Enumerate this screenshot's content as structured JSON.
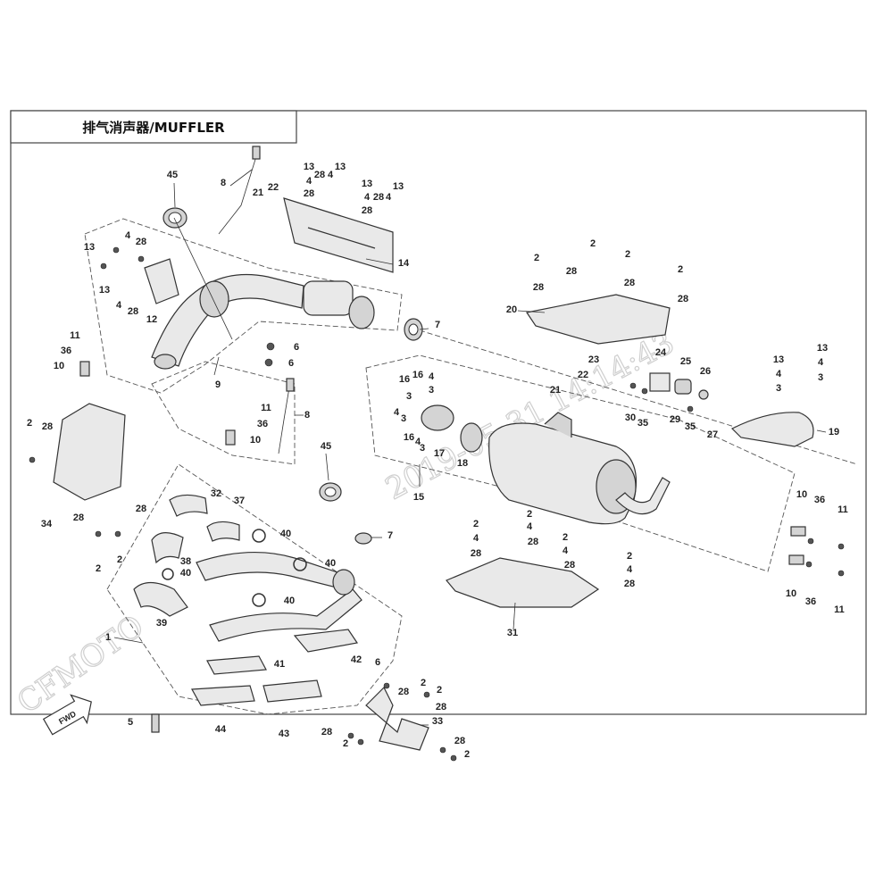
{
  "title": "排气消声器/MUFFLER",
  "watermark": {
    "brand": "CFMOTO",
    "timestamp": "2019-05-31 14:14:43"
  },
  "fwd_label": "FWD",
  "callouts": [
    {
      "id": "c45a",
      "text": "45"
    },
    {
      "id": "c8a",
      "text": "8"
    },
    {
      "id": "c13a",
      "text": "13"
    },
    {
      "id": "c4a",
      "text": "4"
    },
    {
      "id": "c28a",
      "text": "28"
    },
    {
      "id": "c13b",
      "text": "13"
    },
    {
      "id": "c28b",
      "text": "28"
    },
    {
      "id": "c4b",
      "text": "4"
    },
    {
      "id": "c13c",
      "text": "13"
    },
    {
      "id": "c4c",
      "text": "4"
    },
    {
      "id": "c28c",
      "text": "28"
    },
    {
      "id": "c28d",
      "text": "28"
    },
    {
      "id": "c4d",
      "text": "4"
    },
    {
      "id": "c13d",
      "text": "13"
    },
    {
      "id": "c21a",
      "text": "21"
    },
    {
      "id": "c22a",
      "text": "22"
    },
    {
      "id": "c14",
      "text": "14"
    },
    {
      "id": "c13e",
      "text": "13"
    },
    {
      "id": "c4e",
      "text": "4"
    },
    {
      "id": "c28e",
      "text": "28"
    },
    {
      "id": "c13f",
      "text": "13"
    },
    {
      "id": "c4f",
      "text": "4"
    },
    {
      "id": "c28f",
      "text": "28"
    },
    {
      "id": "c12",
      "text": "12"
    },
    {
      "id": "c7a",
      "text": "7"
    },
    {
      "id": "c11a",
      "text": "11"
    },
    {
      "id": "c36a",
      "text": "36"
    },
    {
      "id": "c10a",
      "text": "10"
    },
    {
      "id": "c9",
      "text": "9"
    },
    {
      "id": "c6a",
      "text": "6"
    },
    {
      "id": "c6b",
      "text": "6"
    },
    {
      "id": "c11b",
      "text": "11"
    },
    {
      "id": "c36b",
      "text": "36"
    },
    {
      "id": "c10b",
      "text": "10"
    },
    {
      "id": "c8b",
      "text": "8"
    },
    {
      "id": "c2a",
      "text": "2"
    },
    {
      "id": "c28g",
      "text": "28"
    },
    {
      "id": "c34",
      "text": "34"
    },
    {
      "id": "c28h",
      "text": "28"
    },
    {
      "id": "c28i",
      "text": "28"
    },
    {
      "id": "c2b",
      "text": "2"
    },
    {
      "id": "c2c",
      "text": "2"
    },
    {
      "id": "c2d",
      "text": "2"
    },
    {
      "id": "c2e",
      "text": "2"
    },
    {
      "id": "c28j",
      "text": "28"
    },
    {
      "id": "c28k",
      "text": "28"
    },
    {
      "id": "c2f",
      "text": "2"
    },
    {
      "id": "c2g",
      "text": "2"
    },
    {
      "id": "c28l",
      "text": "28"
    },
    {
      "id": "c28m",
      "text": "28"
    },
    {
      "id": "c20",
      "text": "20"
    },
    {
      "id": "c16a",
      "text": "16"
    },
    {
      "id": "c16b",
      "text": "16"
    },
    {
      "id": "c3a",
      "text": "3"
    },
    {
      "id": "c4g",
      "text": "4"
    },
    {
      "id": "c3b",
      "text": "3"
    },
    {
      "id": "c4h",
      "text": "4"
    },
    {
      "id": "c3c",
      "text": "3"
    },
    {
      "id": "c16c",
      "text": "16"
    },
    {
      "id": "c4i",
      "text": "4"
    },
    {
      "id": "c3d",
      "text": "3"
    },
    {
      "id": "c17",
      "text": "17"
    },
    {
      "id": "c18",
      "text": "18"
    },
    {
      "id": "c15",
      "text": "15"
    },
    {
      "id": "c23",
      "text": "23"
    },
    {
      "id": "c22b",
      "text": "22"
    },
    {
      "id": "c21b",
      "text": "21"
    },
    {
      "id": "c24",
      "text": "24"
    },
    {
      "id": "c25",
      "text": "25"
    },
    {
      "id": "c26",
      "text": "26"
    },
    {
      "id": "c30",
      "text": "30"
    },
    {
      "id": "c35a",
      "text": "35"
    },
    {
      "id": "c29",
      "text": "29"
    },
    {
      "id": "c35b",
      "text": "35"
    },
    {
      "id": "c27",
      "text": "27"
    },
    {
      "id": "c13g",
      "text": "13"
    },
    {
      "id": "c4j",
      "text": "4"
    },
    {
      "id": "c3e",
      "text": "3"
    },
    {
      "id": "c13h",
      "text": "13"
    },
    {
      "id": "c4k",
      "text": "4"
    },
    {
      "id": "c3f",
      "text": "3"
    },
    {
      "id": "c19",
      "text": "19"
    },
    {
      "id": "c45b",
      "text": "45"
    },
    {
      "id": "c7b",
      "text": "7"
    },
    {
      "id": "c32",
      "text": "32"
    },
    {
      "id": "c37",
      "text": "37"
    },
    {
      "id": "c40a",
      "text": "40"
    },
    {
      "id": "c38",
      "text": "38"
    },
    {
      "id": "c40b",
      "text": "40"
    },
    {
      "id": "c40c",
      "text": "40"
    },
    {
      "id": "c40d",
      "text": "40"
    },
    {
      "id": "c39",
      "text": "39"
    },
    {
      "id": "c1",
      "text": "1"
    },
    {
      "id": "c42",
      "text": "42"
    },
    {
      "id": "c6c",
      "text": "6"
    },
    {
      "id": "c41",
      "text": "41"
    },
    {
      "id": "c5",
      "text": "5"
    },
    {
      "id": "c44",
      "text": "44"
    },
    {
      "id": "c43",
      "text": "43"
    },
    {
      "id": "c2h",
      "text": "2"
    },
    {
      "id": "c4l",
      "text": "4"
    },
    {
      "id": "c28n",
      "text": "28"
    },
    {
      "id": "c2i",
      "text": "2"
    },
    {
      "id": "c4m",
      "text": "4"
    },
    {
      "id": "c28o",
      "text": "28"
    },
    {
      "id": "c2j",
      "text": "2"
    },
    {
      "id": "c4n",
      "text": "4"
    },
    {
      "id": "c28p",
      "text": "28"
    },
    {
      "id": "c2k",
      "text": "2"
    },
    {
      "id": "c4o",
      "text": "4"
    },
    {
      "id": "c28q",
      "text": "28"
    },
    {
      "id": "c31",
      "text": "31"
    },
    {
      "id": "c10c",
      "text": "10"
    },
    {
      "id": "c36c",
      "text": "36"
    },
    {
      "id": "c11c",
      "text": "11"
    },
    {
      "id": "c10d",
      "text": "10"
    },
    {
      "id": "c36d",
      "text": "36"
    },
    {
      "id": "c11d",
      "text": "11"
    },
    {
      "id": "c2l",
      "text": "2"
    },
    {
      "id": "c28r",
      "text": "28"
    },
    {
      "id": "c2m",
      "text": "2"
    },
    {
      "id": "c28s",
      "text": "28"
    },
    {
      "id": "c33",
      "text": "33"
    },
    {
      "id": "c28t",
      "text": "28"
    },
    {
      "id": "c2n",
      "text": "2"
    },
    {
      "id": "c28u",
      "text": "28"
    },
    {
      "id": "c2o",
      "text": "2"
    }
  ]
}
